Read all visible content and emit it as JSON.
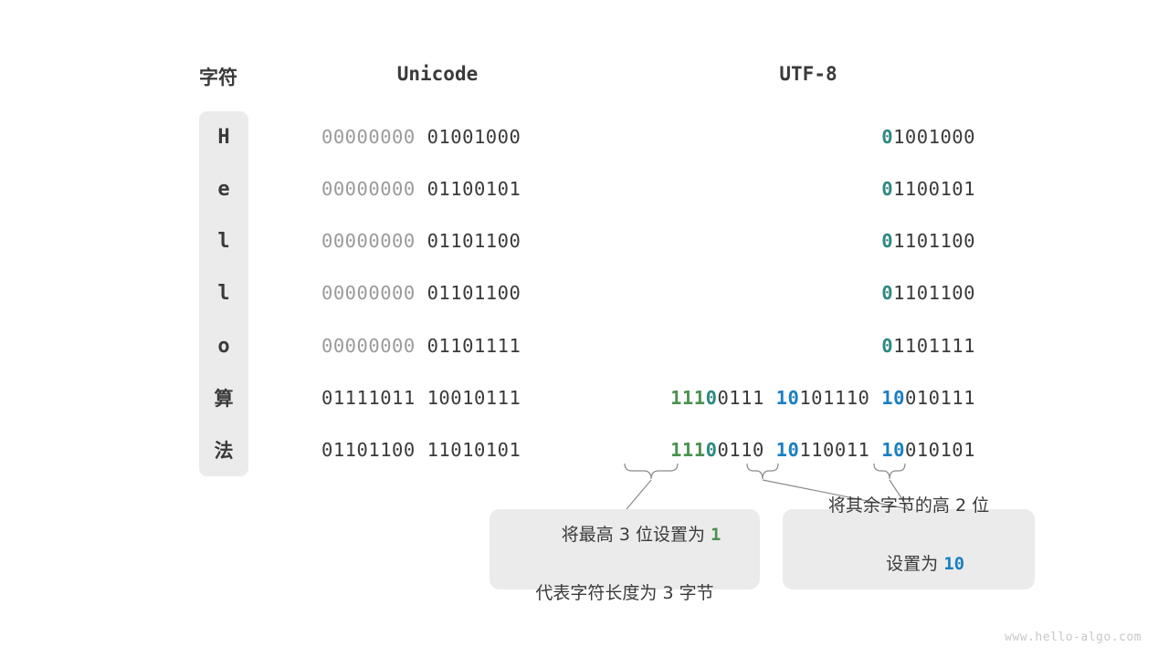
{
  "headers": {
    "character": "字符",
    "unicode": "Unicode",
    "utf8": "UTF-8"
  },
  "colors": {
    "teal": "#2d8a80",
    "green": "#4a9150",
    "blue": "#1a7fc1",
    "text": "#3a3a3a",
    "dim": "#9a9a9a",
    "panel": "#ebebeb",
    "background": "#ffffff",
    "connector": "#8a8a8a",
    "watermark": "#c8c8c8"
  },
  "rows": [
    {
      "character": "H",
      "unicode": {
        "high": "00000000",
        "low": "01001000"
      },
      "utf8": {
        "bytes": [
          {
            "prefix": "0",
            "prefix_color": "teal",
            "rest": "1001000"
          }
        ]
      }
    },
    {
      "character": "e",
      "unicode": {
        "high": "00000000",
        "low": "01100101"
      },
      "utf8": {
        "bytes": [
          {
            "prefix": "0",
            "prefix_color": "teal",
            "rest": "1100101"
          }
        ]
      }
    },
    {
      "character": "l",
      "unicode": {
        "high": "00000000",
        "low": "01101100"
      },
      "utf8": {
        "bytes": [
          {
            "prefix": "0",
            "prefix_color": "teal",
            "rest": "1101100"
          }
        ]
      }
    },
    {
      "character": "l",
      "unicode": {
        "high": "00000000",
        "low": "01101100"
      },
      "utf8": {
        "bytes": [
          {
            "prefix": "0",
            "prefix_color": "teal",
            "rest": "1101100"
          }
        ]
      }
    },
    {
      "character": "o",
      "unicode": {
        "high": "00000000",
        "low": "01101111"
      },
      "utf8": {
        "bytes": [
          {
            "prefix": "0",
            "prefix_color": "teal",
            "rest": "1101111"
          }
        ]
      }
    },
    {
      "character": "算",
      "unicode": {
        "high": "01111011",
        "low": "10010111"
      },
      "utf8": {
        "bytes": [
          {
            "prefix": "111",
            "prefix_color": "green",
            "prefix2": "0",
            "prefix2_color": "teal",
            "rest": "0111"
          },
          {
            "prefix": "10",
            "prefix_color": "blue",
            "rest": "101110"
          },
          {
            "prefix": "10",
            "prefix_color": "blue",
            "rest": "010111"
          }
        ]
      }
    },
    {
      "character": "法",
      "unicode": {
        "high": "01101100",
        "low": "11010101"
      },
      "utf8": {
        "bytes": [
          {
            "prefix": "111",
            "prefix_color": "green",
            "prefix2": "0",
            "prefix2_color": "teal",
            "rest": "0110"
          },
          {
            "prefix": "10",
            "prefix_color": "blue",
            "rest": "110011"
          },
          {
            "prefix": "10",
            "prefix_color": "blue",
            "rest": "010101"
          }
        ]
      }
    }
  ],
  "callouts": [
    {
      "line1_before": "将最高 3 位设置为 ",
      "line1_highlight": "1",
      "line1_highlight_color": "green",
      "line2": "代表字符长度为 3 字节"
    },
    {
      "line1": "将其余字节的高 2 位",
      "line2_before": "设置为 ",
      "line2_highlight": "10",
      "line2_highlight_color": "blue"
    }
  ],
  "watermark": "www.hello-algo.com"
}
